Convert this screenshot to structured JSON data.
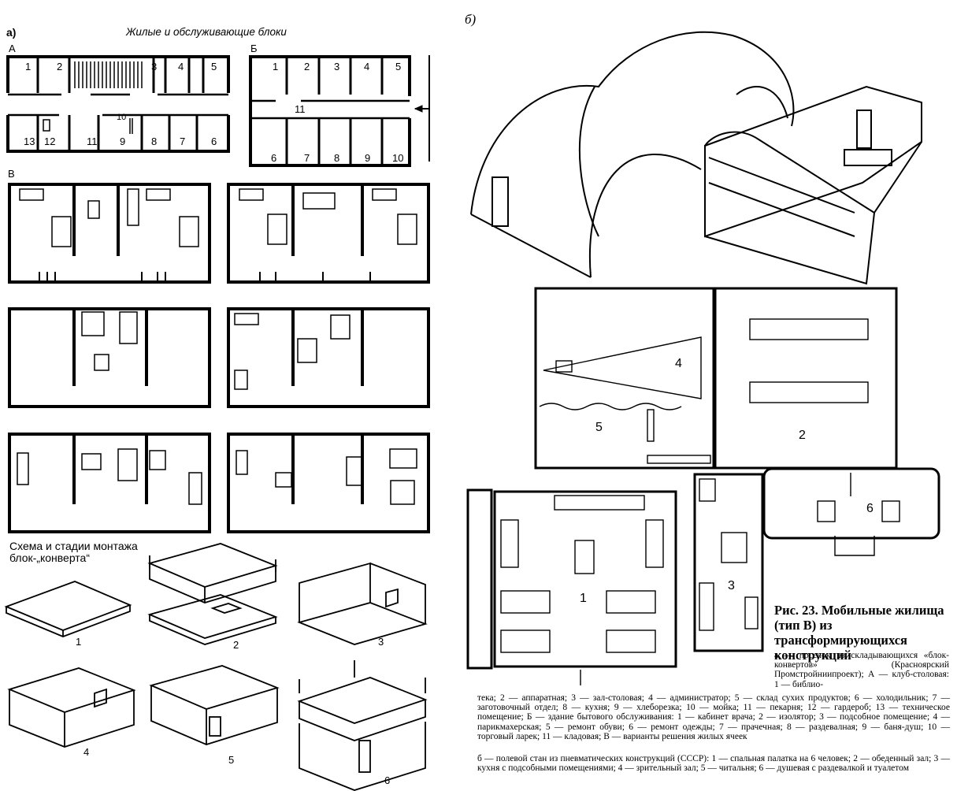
{
  "panel_a": {
    "label": "а)",
    "title": "Жилые и обслуживающие блоки",
    "block_A": {
      "letter": "А",
      "rooms_top": [
        "1",
        "2",
        "3",
        "4",
        "5"
      ],
      "rooms_mid": [
        "10"
      ],
      "rooms_bottom": [
        "13",
        "12",
        "11",
        "9",
        "8",
        "7",
        "6"
      ]
    },
    "block_B": {
      "letter": "Б",
      "rooms_top": [
        "1",
        "2",
        "3",
        "4",
        "5"
      ],
      "rooms_mid": [
        "11"
      ],
      "rooms_bottom": [
        "6",
        "7",
        "8",
        "9",
        "10"
      ]
    },
    "block_V": {
      "letter": "В"
    },
    "montage_title_line1": "Схема и стадии монтажа",
    "montage_title_line2": "блок-„конверта“",
    "stages": [
      "1",
      "2",
      "3",
      "4",
      "5",
      "6"
    ]
  },
  "panel_b": {
    "label": "б)",
    "plan_numbers": [
      "4",
      "2",
      "5",
      "1",
      "3",
      "6"
    ]
  },
  "caption": {
    "title": "Рис. 23. Мобильные жилища (тип В) из трансформирующихся конструкций",
    "legend_right": "а — поселок из складывающихся «блок-конвертов» (Красноярский Промстройниипроект); А — клуб-столовая: 1 — библио-",
    "legend_main": "тека; 2 — аппаратная; 3 — зал-столовая; 4 — администратор; 5 — склад сухих продуктов; 6 — холодильник; 7 — заготовочный отдел; 8 — кухня; 9 — хлеборезка; 10 — мойка; 11 — пекарня; 12 — гардероб; 13 — техническое помещение; Б — здание бытового обслуживания: 1 — кабинет врача; 2 — изолятор; 3 — подсобное помещение; 4 — парикмахерская; 5 — ремонт обуви; 6 — ремонт одежды; 7 — прачечная; 8 — раздевалная; 9 — баня-душ; 10 — торговый ларек; 11 — кладовая; В — варианты решения жилых ячеек",
    "legend_b": "б — полевой стан из пневматических конструкций (СССР): 1 — спальная палатка на 6 человек; 2 — обеденный зал; 3 — кухня с подсобными помещениями; 4 — зрительный зал; 5 — читальня; 6 — душевая с раздевалкой и туалетом"
  }
}
